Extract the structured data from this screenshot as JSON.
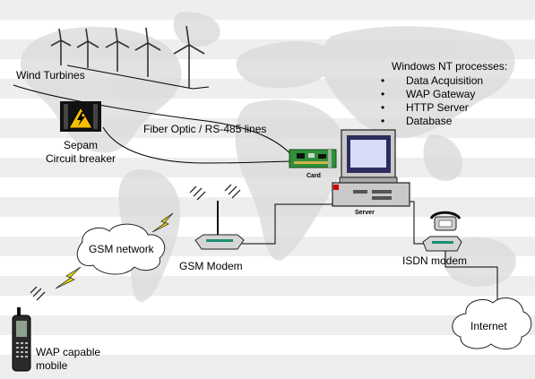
{
  "diagram": {
    "wind_turbines_label": "Wind Turbines",
    "sepam_label_line1": "Sepam",
    "sepam_label_line2": "Circuit breaker",
    "fiber_label": "Fiber Optic / RS-485 lines",
    "processes": {
      "title": "Windows NT processes:",
      "items": [
        "Data Acquisition",
        "WAP Gateway",
        "HTTP Server",
        "Database"
      ]
    },
    "card_label": "Card",
    "server_label": "Server",
    "gsm_network_label": "GSM network",
    "gsm_modem_label": "GSM Modem",
    "isdn_modem_label": "ISDN modem",
    "internet_label": "Internet",
    "mobile_label_line1": "WAP capable",
    "mobile_label_line2": "mobile"
  }
}
